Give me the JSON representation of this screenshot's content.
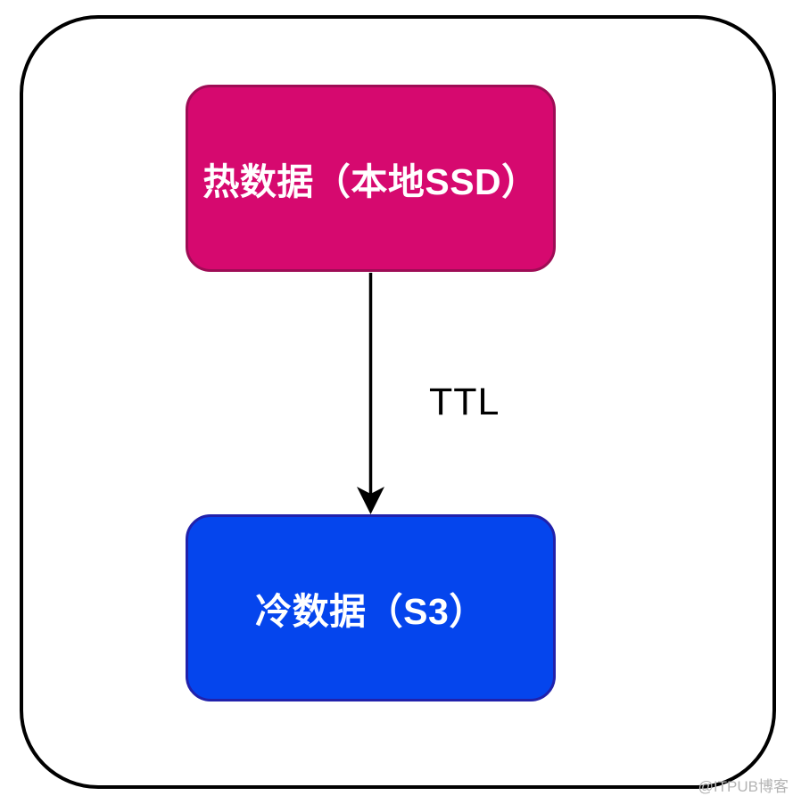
{
  "diagram": {
    "nodes": {
      "hot": {
        "label": "热数据（本地SSD）",
        "fill": "#d6096f",
        "border": "#9e0c55",
        "text_color": "#ffffff"
      },
      "cold": {
        "label": "冷数据（S3）",
        "fill": "#0545ed",
        "border": "#2121ab",
        "text_color": "#ffffff"
      }
    },
    "edge": {
      "label": "TTL",
      "color": "#000000",
      "direction": "hot-to-cold"
    },
    "frame_color": "#000000",
    "watermark": "@ITPUB博客"
  }
}
